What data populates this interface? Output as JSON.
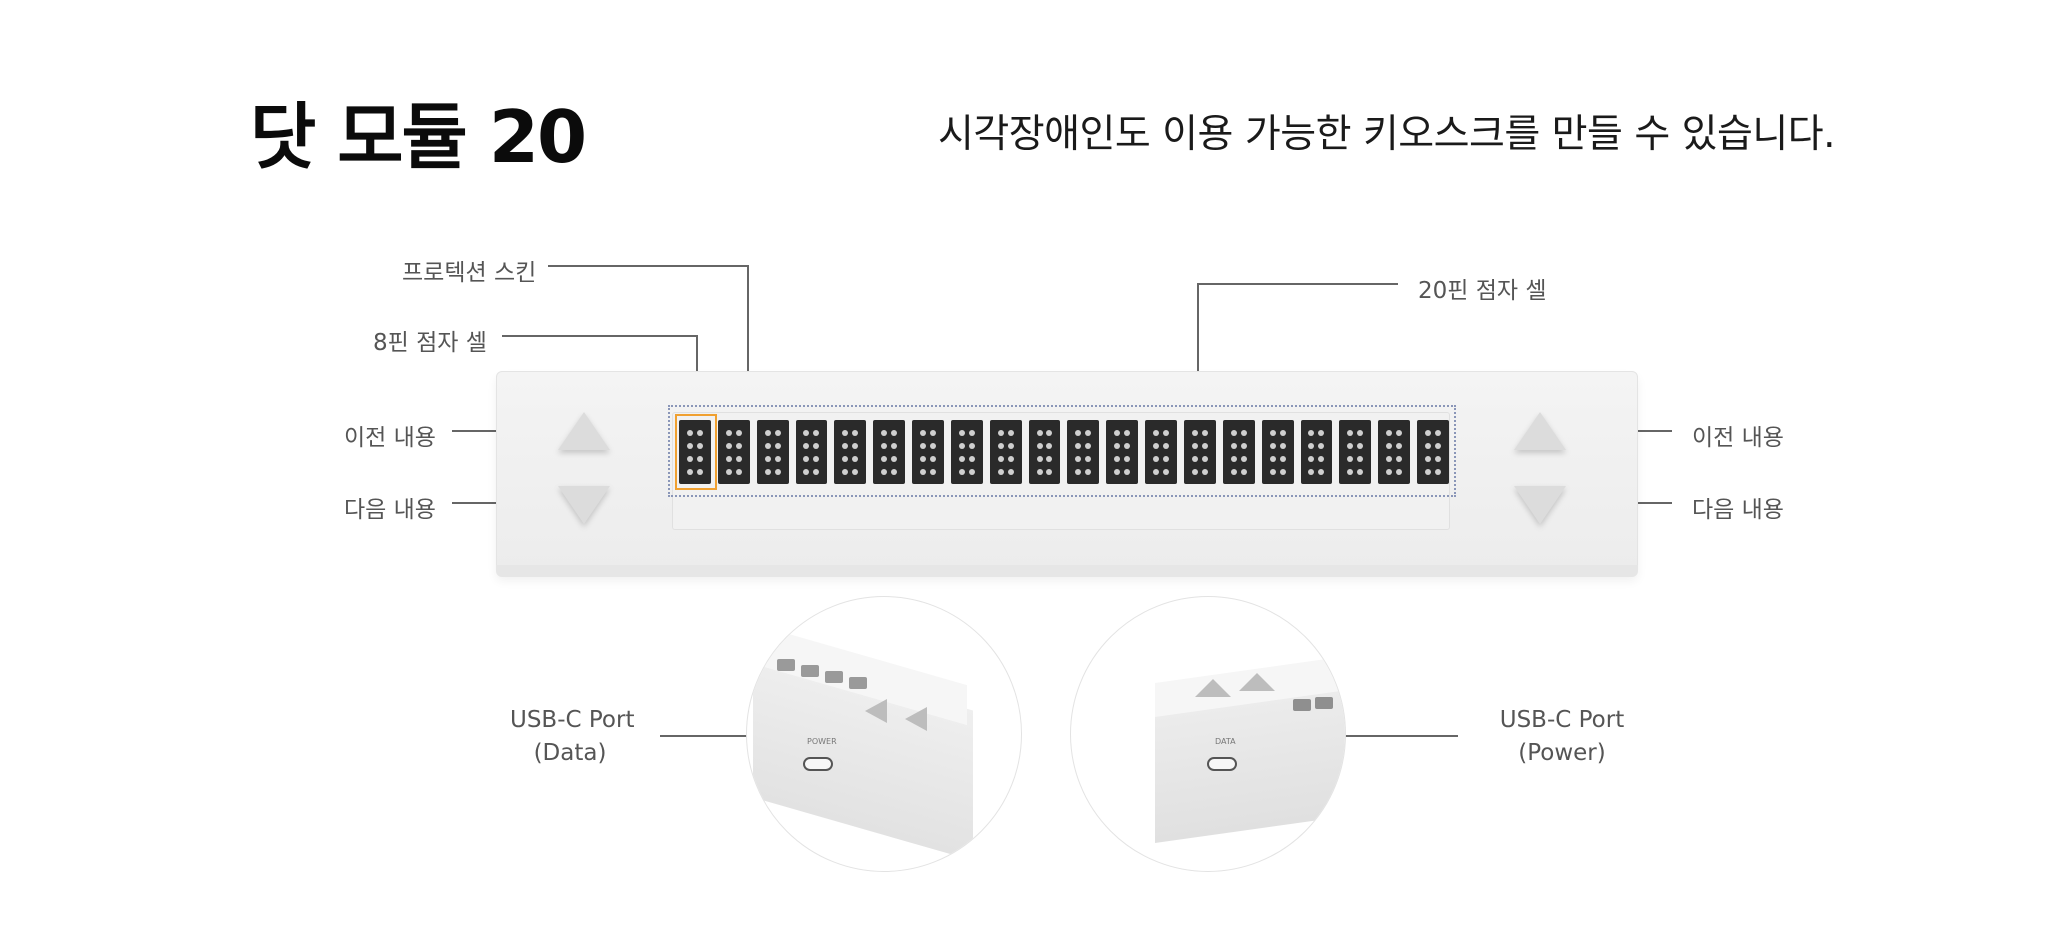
{
  "title": "닷 모듈 20",
  "subtitle": "시각장애인도 이용 가능한 키오스크를 만들 수 있습니다.",
  "labels": {
    "protection_skin": "프로텍션 스킨",
    "cell_8pin": "8핀 점자 셀",
    "cell_20pin": "20핀 점자 셀",
    "prev_left": "이전 내용",
    "next_left": "다음 내용",
    "prev_right": "이전 내용",
    "next_right": "다음 내용",
    "usb_data_line1": "USB-C Port",
    "usb_data_line2": "(Data)",
    "usb_power_line1": "USB-C Port",
    "usb_power_line2": "(Power)",
    "port_power_text": "POWER",
    "port_data_text": "DATA"
  },
  "braille_cell_count": 20,
  "colors": {
    "highlight": "#f0a030",
    "dotted": "#8a96b8",
    "cell": "#2a2a2a"
  }
}
